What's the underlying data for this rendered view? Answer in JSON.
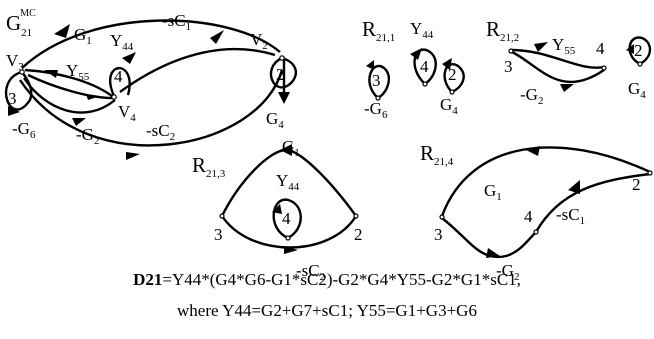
{
  "main_graph": {
    "title_main": "G",
    "title_sub": "21",
    "title_sup": "MC",
    "nodes": {
      "v3": "V",
      "v3_sub": "3",
      "v2": "V",
      "v2_sub": "2",
      "v4": "V",
      "v4_sub": "4"
    },
    "edges": {
      "g1": "G",
      "g1_sub": "1",
      "y44": "Y",
      "y44_sub": "44",
      "sc1": "-sC",
      "sc1_sub": "1",
      "y55": "Y",
      "y55_sub": "55",
      "loop3": "3",
      "loop4": "4",
      "loop2": "2",
      "g6": "-G",
      "g6_sub": "6",
      "g2": "-G",
      "g2_sub": "2",
      "sc2": "-sC",
      "sc2_sub": "2",
      "g4": "G",
      "g4_sub": "4"
    }
  },
  "r211": {
    "title": "R",
    "title_sub": "21,1",
    "y44": "Y",
    "y44_sub": "44",
    "loop3": "3",
    "loop4": "4",
    "loop2": "2",
    "g6": "-G",
    "g6_sub": "6",
    "g4": "G",
    "g4_sub": "4"
  },
  "r212": {
    "title": "R",
    "title_sub": "21,2",
    "y55": "Y",
    "y55_sub": "55",
    "n3": "3",
    "n4": "4",
    "g2": "-G",
    "g2_sub": "2",
    "loop2": "2",
    "g4": "G",
    "g4_sub": "4"
  },
  "r213": {
    "title": "R",
    "title_sub": "21,3",
    "g1": "G",
    "g1_sub": "1",
    "y44": "Y",
    "y44_sub": "44",
    "loop4": "4",
    "n3": "3",
    "n2": "2",
    "sc2": "-sC",
    "sc2_sub": "2"
  },
  "r214": {
    "title": "R",
    "title_sub": "21,4",
    "g1": "G",
    "g1_sub": "1",
    "n4": "4",
    "sc1": "-sC",
    "sc1_sub": "1",
    "n3": "3",
    "n2": "2",
    "g2": "-G",
    "g2_sub": "2"
  },
  "caption": {
    "line1_bold": "D21",
    "line1_rest": "=Y44*(G4*G6-G1*sC2)-G2*G4*Y55-G2*G1*sC1,",
    "line2": "where Y44=G2+G7+sC1; Y55=G1+G3+G6"
  }
}
